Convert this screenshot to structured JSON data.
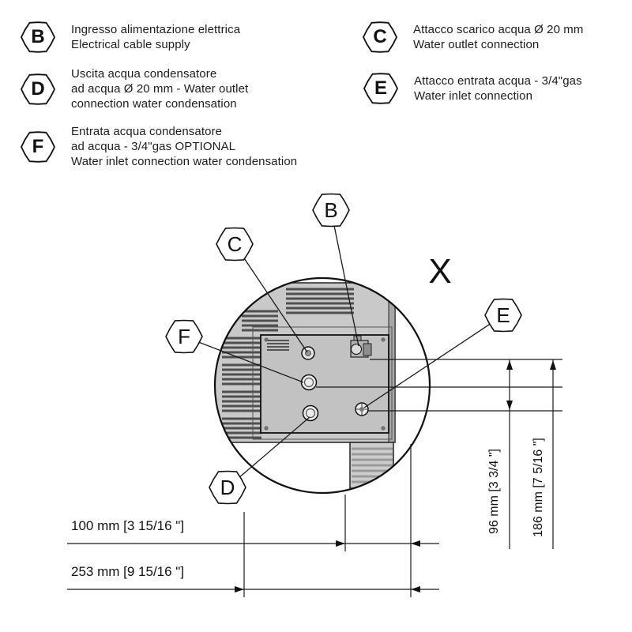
{
  "legend": {
    "items": [
      {
        "letter": "B",
        "lines": [
          "Ingresso alimentazione elettrica",
          "Electrical cable supply"
        ]
      },
      {
        "letter": "C",
        "lines": [
          "Attacco scarico acqua Ø 20 mm",
          "Water outlet connection"
        ]
      },
      {
        "letter": "D",
        "lines": [
          "Uscita acqua condensatore",
          "ad acqua Ø 20 mm - Water outlet",
          "connection water condensation"
        ]
      },
      {
        "letter": "E",
        "lines": [
          "Attacco entrata acqua - 3/4\"gas",
          "Water inlet connection"
        ]
      },
      {
        "letter": "F",
        "lines": [
          "Entrata acqua condensatore",
          "ad acqua - 3/4\"gas OPTIONAL",
          "Water inlet connection water condensation"
        ]
      }
    ]
  },
  "diagram": {
    "detail_label": "X",
    "callouts": {
      "b": "B",
      "c": "C",
      "d": "D",
      "e": "E",
      "f": "F"
    },
    "dimensions": {
      "dim_100": "100 mm [3 15/16 \"]",
      "dim_253": "253 mm [9 15/16 \"]",
      "dim_96": "96 mm [3 3/4 \"]",
      "dim_186": "186 mm [7 5/16 \"]"
    },
    "colors": {
      "line": "#1a1a1a",
      "machine_fill": "#c9c9c9",
      "panel_fill": "#c2c2c2"
    }
  }
}
